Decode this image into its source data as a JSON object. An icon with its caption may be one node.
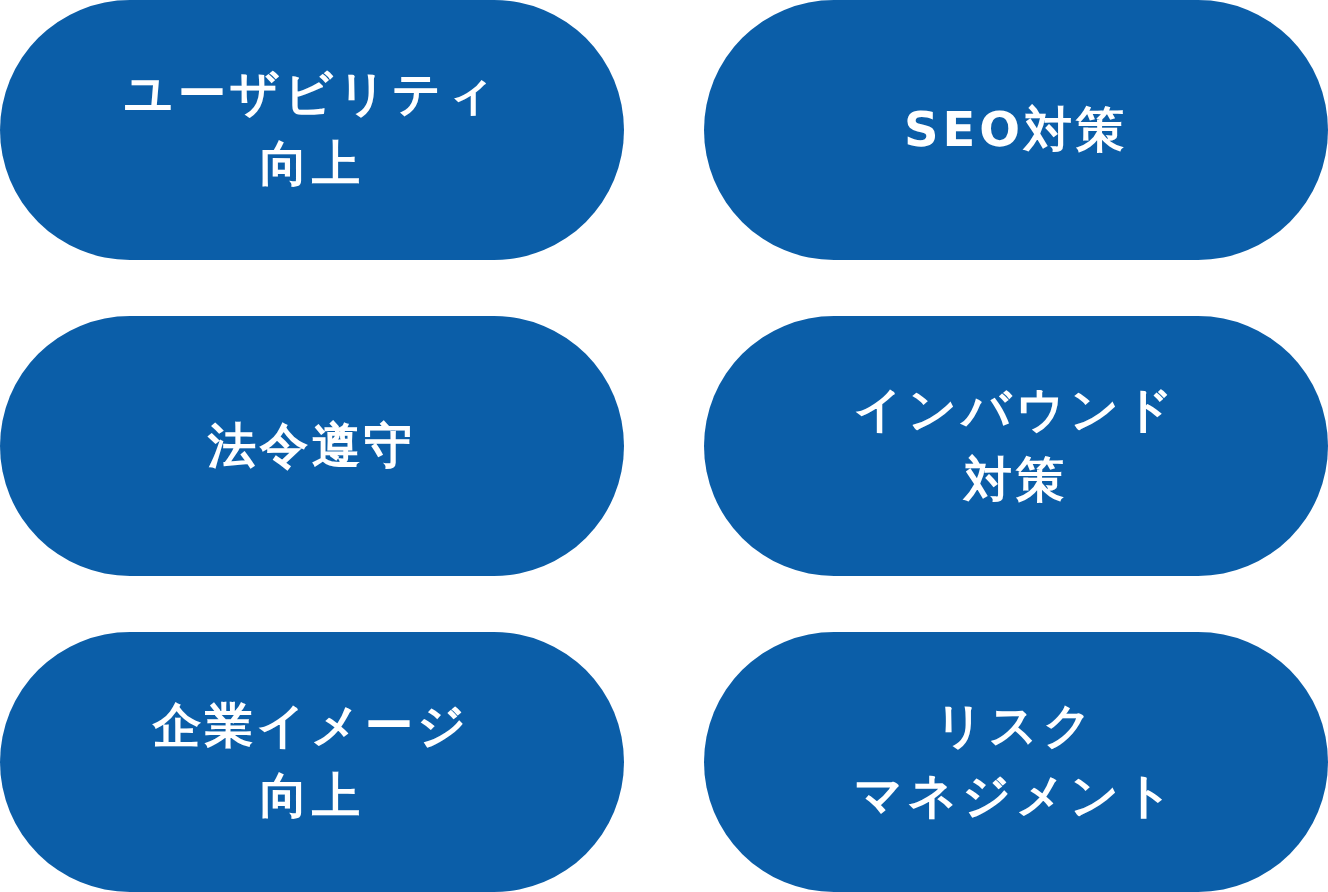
{
  "diagram": {
    "nodes": [
      {
        "text": [
          "ユーザビリティ向上"
        ]
      },
      {
        "text": [
          "SEO対策"
        ]
      },
      {
        "text": [
          "法令遵守"
        ]
      },
      {
        "text": [
          "インバウンド対策"
        ]
      },
      {
        "text": [
          "企業イメージ向上"
        ]
      },
      {
        "text": [
          "リスクマネジメント"
        ]
      }
    ]
  }
}
